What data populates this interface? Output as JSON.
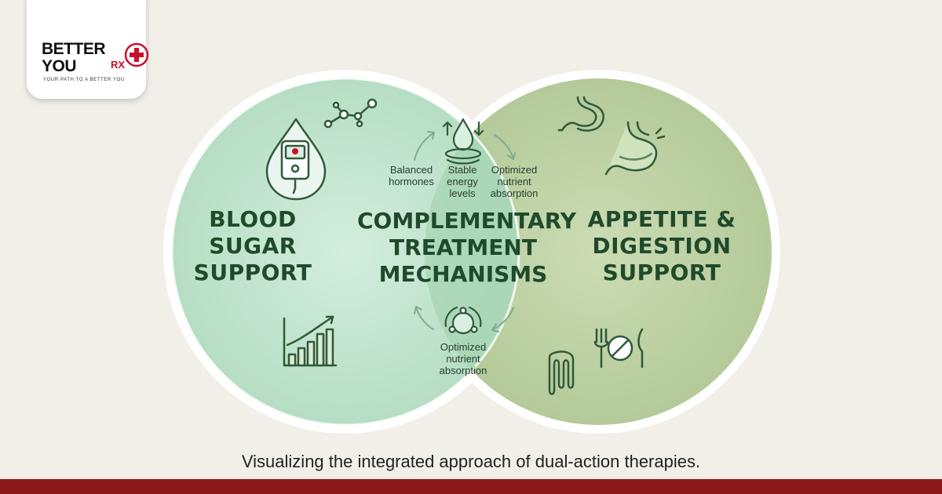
{
  "logo": {
    "line1": "BETTER",
    "line2": "YOU",
    "rx": "RX",
    "tagline": "YOUR PATH TO A BETTER YOU"
  },
  "venn": {
    "left": {
      "lines": [
        "BLOOD",
        "SUGAR",
        "SUPPORT"
      ],
      "icons": [
        "glucose-meter-icon",
        "molecule-icon",
        "bar-chart-icon"
      ]
    },
    "right": {
      "lines": [
        "APPETITE &",
        "DIGESTION",
        "SUPPORT"
      ],
      "icons": [
        "stomach-icon",
        "stomach-icon",
        "plate-cutlery-icon",
        "intestine-icon"
      ]
    },
    "center": {
      "lines": [
        "COMPLEMENTARY",
        "TREATMENT",
        "MECHANISMS"
      ],
      "benefits": [
        {
          "lines": [
            "Balanced",
            "hormones"
          ]
        },
        {
          "lines": [
            "Stable",
            "energy",
            "levels"
          ]
        },
        {
          "lines": [
            "Optimized",
            "nutrient",
            "absorption"
          ]
        },
        {
          "lines": [
            "Optimized",
            "nutrient",
            "absorption"
          ]
        }
      ],
      "icons": [
        "water-drop-balance-icon",
        "cycle-network-icon"
      ]
    }
  },
  "caption": "Visualizing the integrated approach of dual-action therapies.",
  "colors": {
    "background": "#f1efe8",
    "left_circle": "#c6e6d2",
    "right_circle": "#bcd1a4",
    "overlap": "#a9d3b4",
    "ring": "#ffffff",
    "title_green": "#1f4a2b",
    "icon_stroke": "#2f5a3a",
    "footer_bar": "#8c1919",
    "brand_red": "#c8102e"
  }
}
